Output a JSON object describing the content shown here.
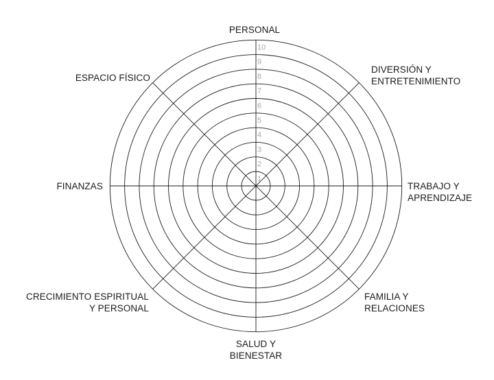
{
  "wheel": {
    "scale": [
      "1",
      "2",
      "3",
      "4",
      "5",
      "6",
      "7",
      "8",
      "9",
      "10"
    ],
    "categories": [
      {
        "id": "personal",
        "lines": [
          "PERSONAL"
        ]
      },
      {
        "id": "diversion",
        "lines": [
          "DIVERSIÓN Y",
          "ENTRETENIMIENTO"
        ]
      },
      {
        "id": "trabajo",
        "lines": [
          "TRABAJO Y",
          "APRENDIZAJE"
        ]
      },
      {
        "id": "familia",
        "lines": [
          "FAMILIA Y",
          "RELACIONES"
        ]
      },
      {
        "id": "salud",
        "lines": [
          "SALUD Y",
          "BIENESTAR"
        ]
      },
      {
        "id": "crecimiento",
        "lines": [
          "CRECIMIENTO ESPIRITUAL",
          "Y PERSONAL"
        ]
      },
      {
        "id": "finanzas",
        "lines": [
          "FINANZAS"
        ]
      },
      {
        "id": "espacio",
        "lines": [
          "ESPACIO FÍSICO"
        ]
      }
    ]
  }
}
